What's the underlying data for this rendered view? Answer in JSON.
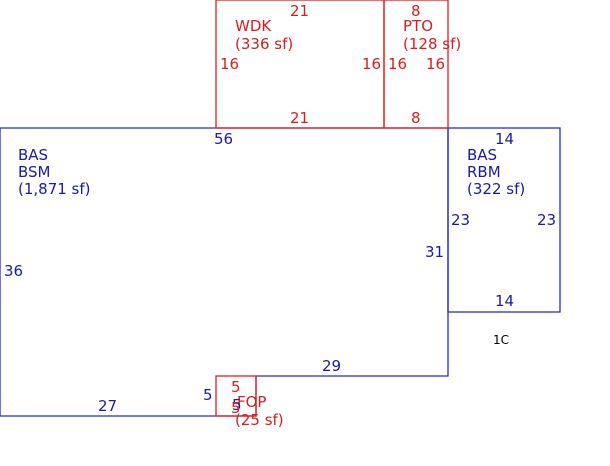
{
  "areas": {
    "bas_main": {
      "lines": [
        "BAS",
        "BSM",
        "(1,871 sf)"
      ],
      "color": "#1a1aa6"
    },
    "bas_right": {
      "lines": [
        "BAS",
        "RBM",
        "(322 sf)"
      ],
      "color": "#1a1aa6"
    },
    "wdk": {
      "lines": [
        "WDK",
        "(336 sf)"
      ],
      "color": "#d42020"
    },
    "pto": {
      "lines": [
        "PTO",
        "(128 sf)"
      ],
      "color": "#d42020"
    },
    "fop": {
      "lines": [
        "FOP",
        "(25 sf)"
      ],
      "color": "#d42020"
    }
  },
  "dimensions": {
    "main_top": "56",
    "main_left": "36",
    "main_bottom": "27",
    "main_right": "31",
    "main_lower_top": "29",
    "main_step_a": "5",
    "main_step_b": "5",
    "right_top": "14",
    "right_bottom": "14",
    "right_left": "23",
    "right_right": "23",
    "wdk_top": "21",
    "wdk_bottom": "21",
    "wdk_left": "16",
    "wdk_right": "16",
    "pto_top": "8",
    "pto_bottom": "8",
    "pto_left": "16",
    "pto_right": "16",
    "fop_top": "5",
    "fop_bottom": "5"
  },
  "tag": "1C"
}
